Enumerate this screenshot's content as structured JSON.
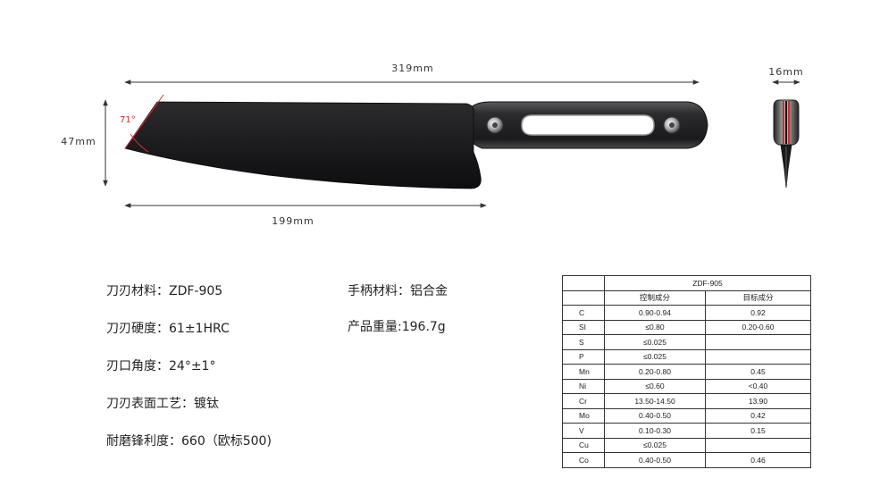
{
  "dimensions": {
    "total_length": "319mm",
    "blade_length": "199mm",
    "blade_height": "47mm",
    "thickness": "16mm",
    "tip_angle": "71°"
  },
  "specs_left": [
    {
      "label": "刀刃材料：",
      "value": "ZDF-905"
    },
    {
      "label": "刀刃硬度：",
      "value": "61±1HRC"
    },
    {
      "label": "刃口角度：",
      "value": "24°±1°"
    },
    {
      "label": "刀刃表面工艺：",
      "value": "镀钛"
    },
    {
      "label": "耐磨锋利度：",
      "value": "660（欧标500)"
    }
  ],
  "specs_right": [
    {
      "label": "手柄材料：",
      "value": "铝合金"
    },
    {
      "label": "产品重量:",
      "value": "196.7g"
    }
  ],
  "composition": {
    "title": "ZDF-905",
    "headers": [
      "",
      "控制成分",
      "目标成分"
    ],
    "rows": [
      [
        "C",
        "0.90-0.94",
        "0.92"
      ],
      [
        "SI",
        "≤0.80",
        "0.20-0.60"
      ],
      [
        "S",
        "≤0.025",
        ""
      ],
      [
        "P",
        "≤0.025",
        ""
      ],
      [
        "Mn",
        "0.20-0.80",
        "0.45"
      ],
      [
        "Ni",
        "≤0.60",
        "<0.40"
      ],
      [
        "Cr",
        "13.50-14.50",
        "13.90"
      ],
      [
        "Mo",
        "0.40-0.50",
        "0.42"
      ],
      [
        "V",
        "0.10-0.30",
        "0.15"
      ],
      [
        "Cu",
        "≤0.025",
        ""
      ],
      [
        "Co",
        "0.40-0.50",
        "0.46"
      ]
    ]
  },
  "colors": {
    "blade": "#1c1c1e",
    "handle": "#2a2a2c",
    "accent": "#d42a2a"
  }
}
